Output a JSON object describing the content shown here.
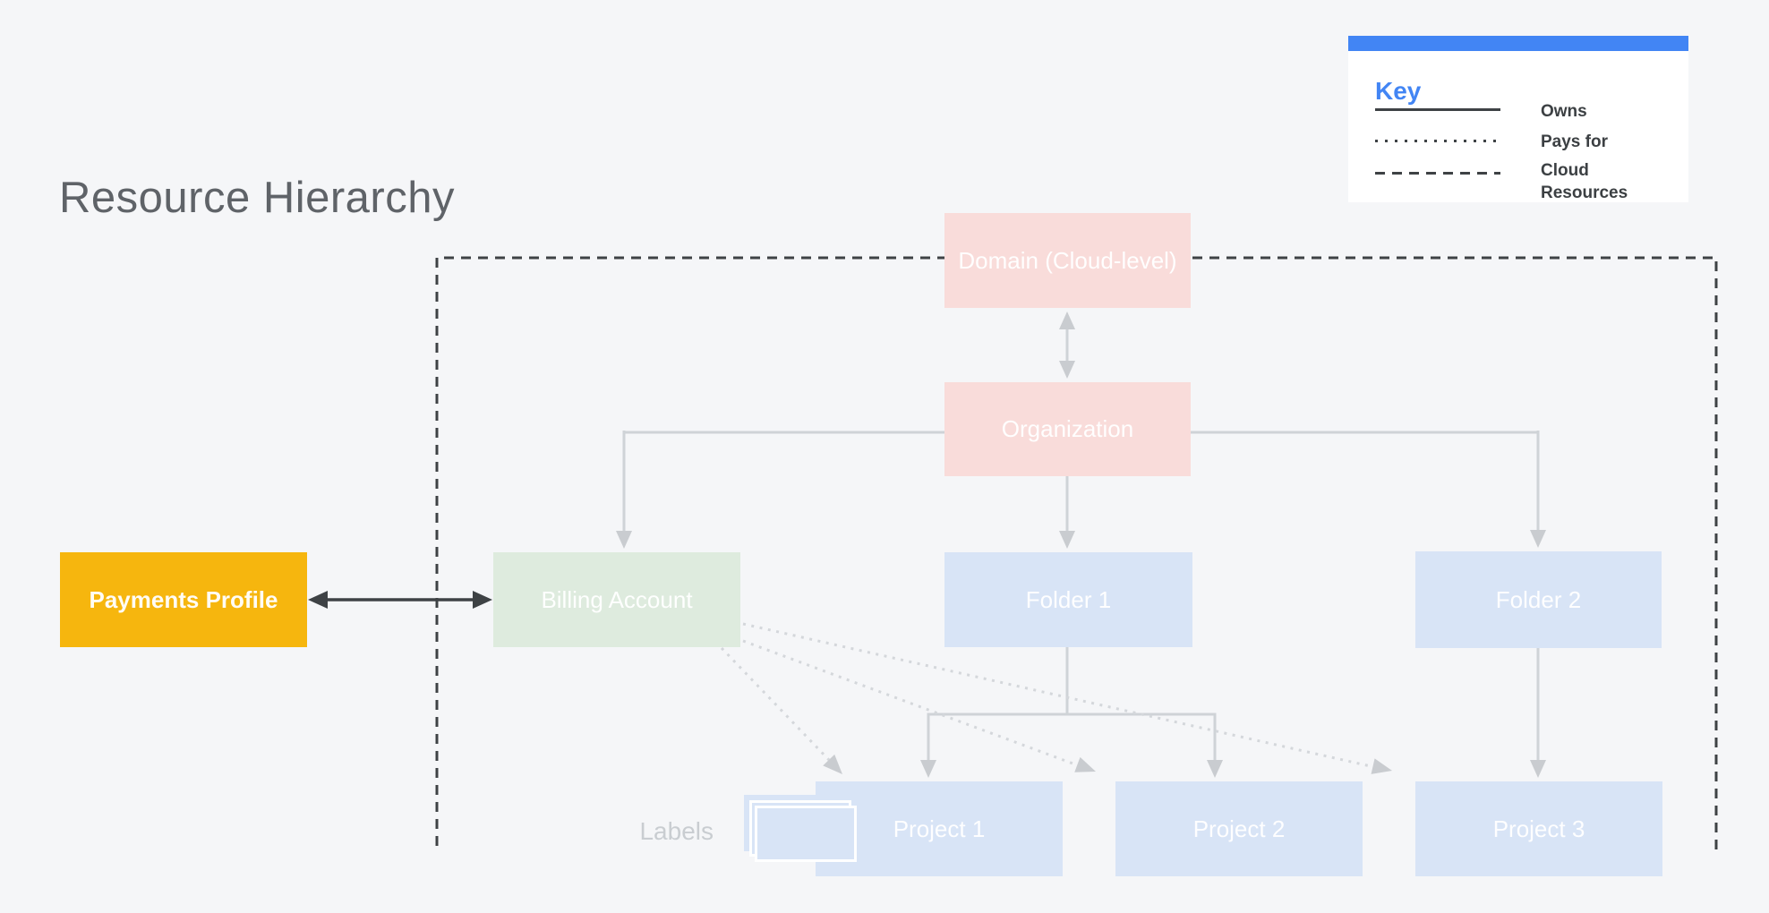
{
  "title": "Resource Hierarchy",
  "legend": {
    "heading": "Key",
    "items": [
      {
        "style": "solid",
        "label": "Owns"
      },
      {
        "style": "dotted",
        "label": "Pays for"
      },
      {
        "style": "dashed",
        "label": "Cloud Resources"
      }
    ]
  },
  "nodes": {
    "domain": {
      "label": "Domain (Cloud-level)"
    },
    "organization": {
      "label": "Organization"
    },
    "payments_profile": {
      "label": "Payments Profile"
    },
    "billing_account": {
      "label": "Billing Account"
    },
    "folder1": {
      "label": "Folder 1"
    },
    "folder2": {
      "label": "Folder 2"
    },
    "project1": {
      "label": "Project 1"
    },
    "project2": {
      "label": "Project 2"
    },
    "project3": {
      "label": "Project 3"
    }
  },
  "labels_caption": "Labels",
  "colors": {
    "background": "#F5F6F8",
    "node-pink": "#F9DCDA",
    "node-green": "#DEEBDE",
    "node-blue": "#D8E4F6",
    "node-yellow": "#F6B60E",
    "line-light": "#CFD3D7",
    "arrow-light": "#C9CCD0",
    "line-dotted": "#D4D7DB",
    "line-dark": "#3E4245",
    "legend-blue": "#4285F4",
    "title-gray": "#5F6368",
    "caption-gray": "#C9CDD1",
    "legend-text": "#3C4043"
  }
}
